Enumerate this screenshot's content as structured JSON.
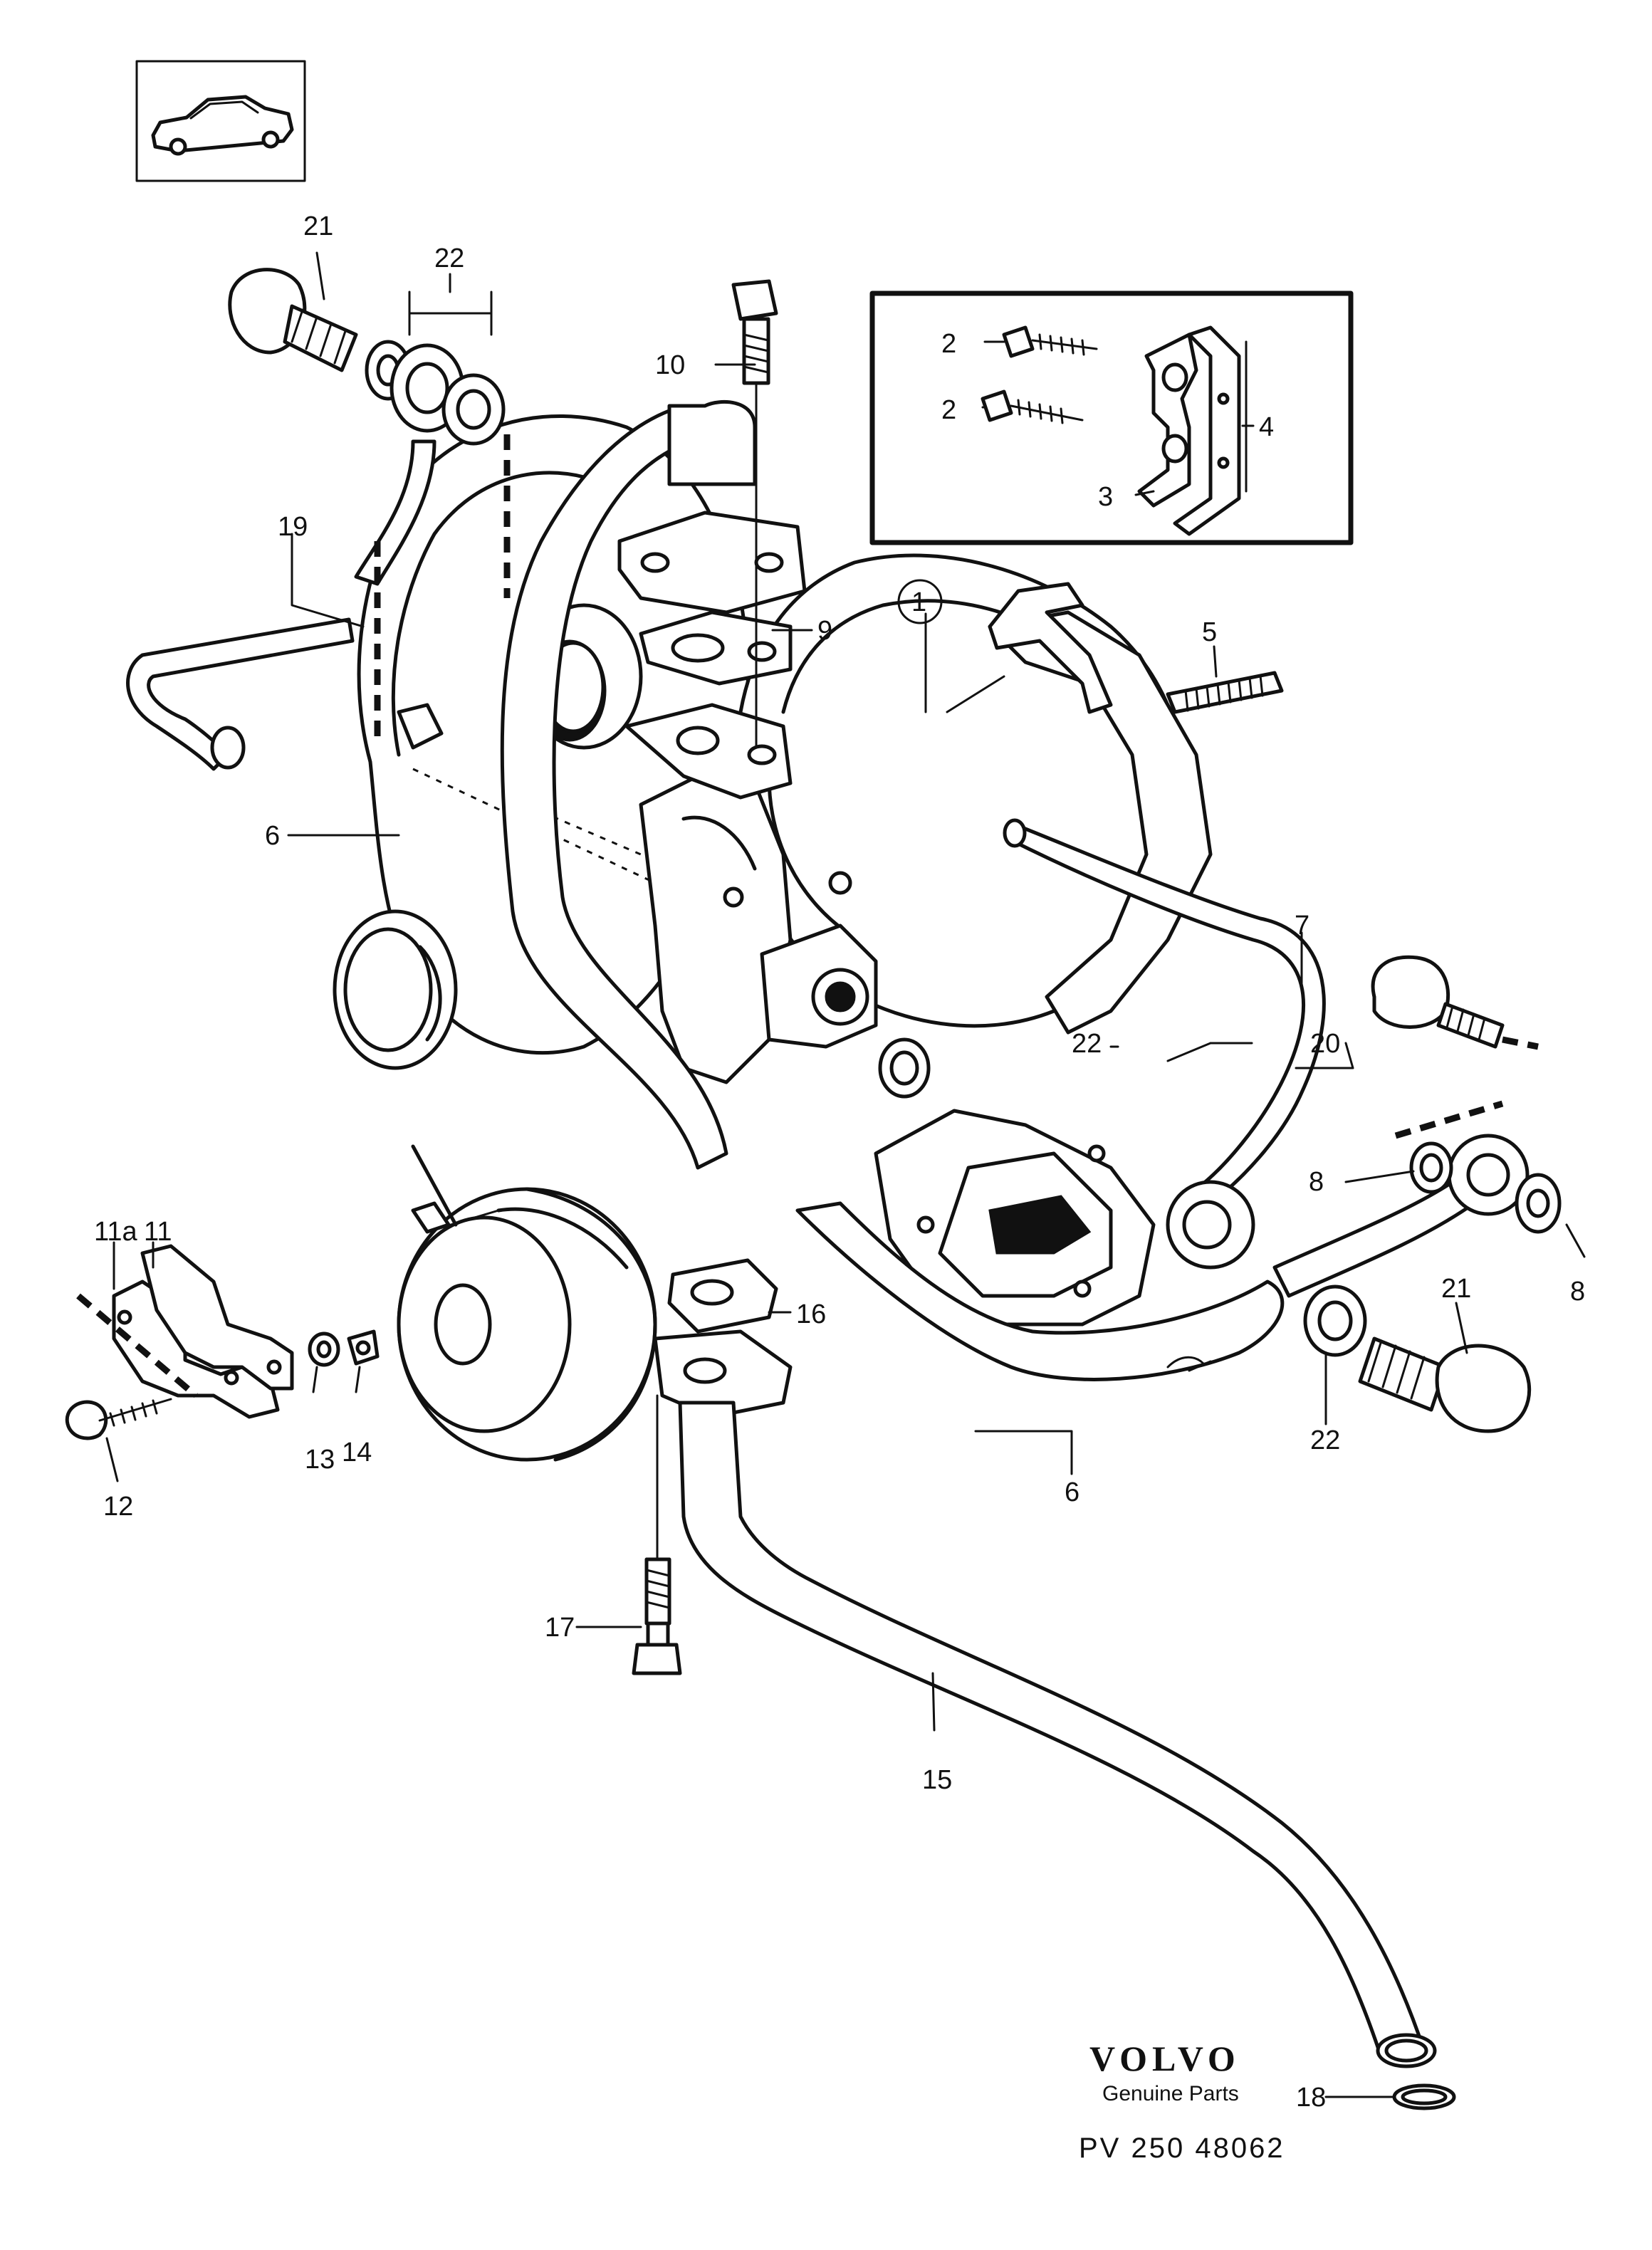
{
  "diagram": {
    "callouts": {
      "c1": "1",
      "c2a": "2",
      "c2b": "2",
      "c3": "3",
      "c4": "4",
      "c5": "5",
      "c6a": "6",
      "c6b": "6",
      "c7": "7",
      "c8a": "8",
      "c8b": "8",
      "c9": "9",
      "c10": "10",
      "c11": "11",
      "c11a": "11a",
      "c12": "12",
      "c13": "13",
      "c14": "14",
      "c15": "15",
      "c16": "16",
      "c17": "17",
      "c18": "18",
      "c19": "19",
      "c20": "20",
      "c21a": "21",
      "c21b": "21",
      "c22a": "22",
      "c22b": "22",
      "c22c": "22"
    },
    "brand": {
      "name": "VOLVO",
      "tagline": "Genuine Parts",
      "code": "PV 250 48062"
    }
  }
}
